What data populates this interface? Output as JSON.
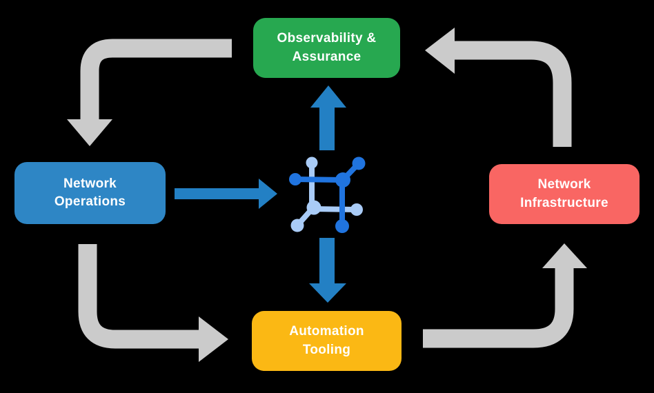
{
  "diagram": {
    "background_color": "#000000",
    "text_color": "#FFFFFF",
    "nodes": [
      {
        "id": "observability-assurance",
        "line1": "Observability &",
        "line2": "Assurance",
        "color": "#27A850"
      },
      {
        "id": "network-operations",
        "line1": "Network",
        "line2": "Operations",
        "color": "#2E86C5"
      },
      {
        "id": "network-infrastructure",
        "line1": "Network",
        "line2": "Infrastructure",
        "color": "#F96663"
      },
      {
        "id": "automation-tooling",
        "line1": "Automation",
        "line2": "Tooling",
        "color": "#FBB814"
      }
    ],
    "center_icon": {
      "name": "network-mesh-icon",
      "dark_color": "#2074DF",
      "light_color": "#A9CBF6"
    },
    "colors": {
      "arrow_gray": "#CBCBCB",
      "arrow_blue": "#2380C4"
    },
    "flows": {
      "outer_cycle": [
        {
          "from": "observability-assurance",
          "to": "network-operations"
        },
        {
          "from": "network-operations",
          "to": "automation-tooling"
        },
        {
          "from": "automation-tooling",
          "to": "network-infrastructure"
        },
        {
          "from": "network-infrastructure",
          "to": "observability-assurance"
        }
      ],
      "center_links": [
        {
          "from": "network-operations",
          "to": "center-icon"
        },
        {
          "from": "center-icon",
          "to": "observability-assurance"
        },
        {
          "from": "center-icon",
          "to": "automation-tooling"
        }
      ]
    }
  }
}
